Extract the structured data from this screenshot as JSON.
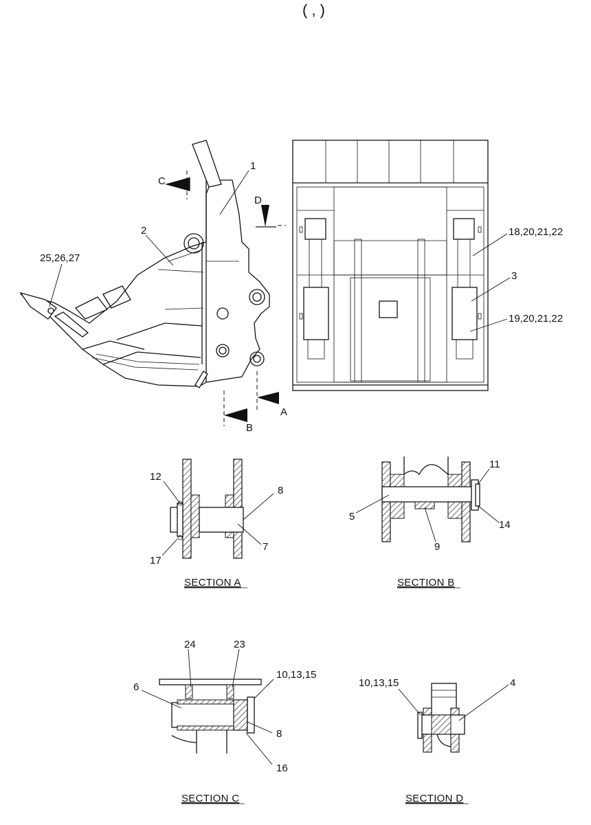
{
  "header": {
    "fragment": "( , )"
  },
  "section_markers": {
    "a": "A",
    "b": "B",
    "c": "C",
    "d": "D"
  },
  "callouts": {
    "c1": "1",
    "c2": "2",
    "c3": "3",
    "c4": "4",
    "c5": "5",
    "c6": "6",
    "c7": "7",
    "c8": "8",
    "c8b": "8",
    "c9": "9",
    "c11": "11",
    "c12": "12",
    "c14": "14",
    "c16": "16",
    "c17": "17",
    "c23": "23",
    "c24": "24",
    "c25": "25,26,27",
    "c18": "18,20,21,22",
    "c19": "19,20,21,22",
    "c10c": "10,13,15",
    "c10d": "10,13,15"
  },
  "sections": {
    "a": "SECTION A",
    "b": "SECTION B",
    "c": "SECTION C",
    "d": "SECTION D"
  }
}
